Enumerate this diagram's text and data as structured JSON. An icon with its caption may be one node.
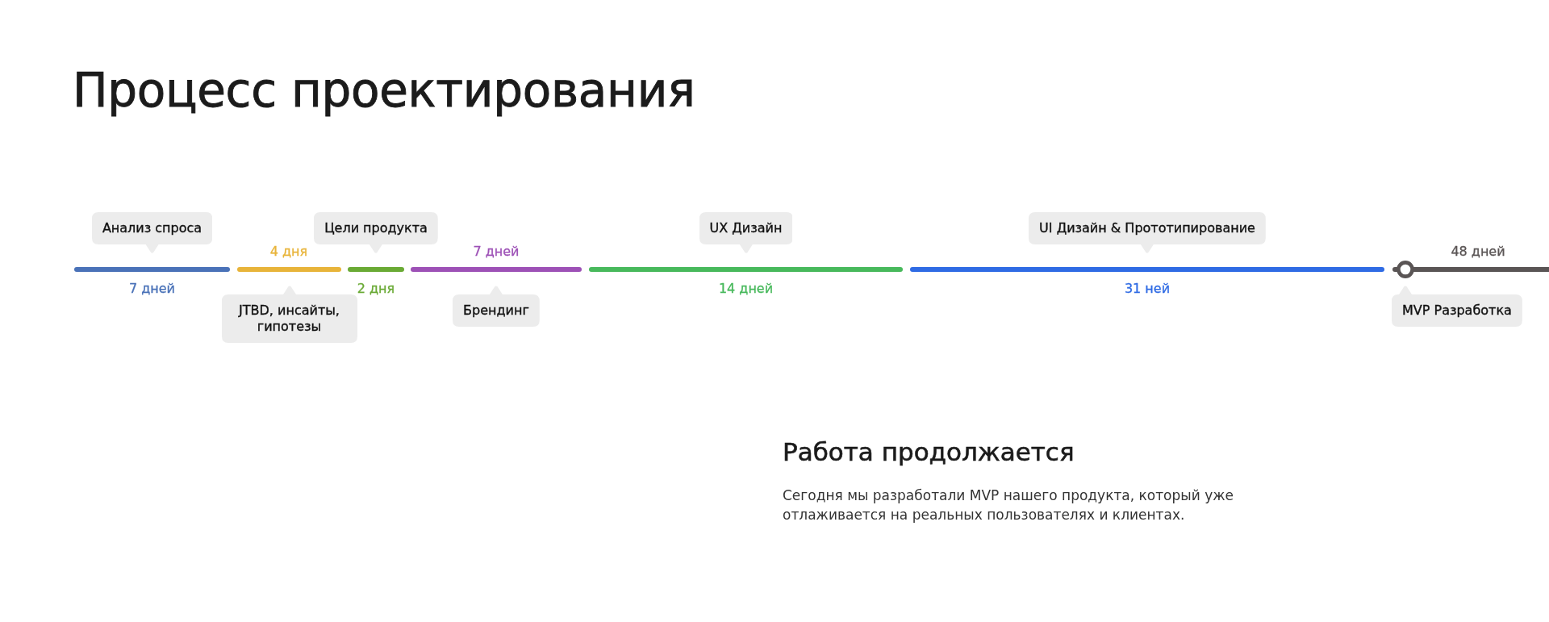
{
  "diagram": {
    "title": "Процесс проектирования",
    "nodes": [
      {
        "text": [
          "Анализ спроса"
        ],
        "beside": [
          "7 дней"
        ]
      },
      {
        "text": [
          "JTBD, инсайты, гипотезы"
        ]
      },
      {
        "text": [
          "Цели продукта"
        ]
      },
      {
        "text": [
          "Брендинг"
        ],
        "beside": [
          "7 дней"
        ]
      },
      {
        "text": [
          "UX Дизайн"
        ],
        "beside": [
          "14 дней"
        ]
      },
      {
        "text": [
          "UI Дизайн & Прототипирование"
        ],
        "beside": [
          "31 ней"
        ]
      },
      {
        "text": [
          "MVP Разработка"
        ],
        "beside": [
          "48 дней"
        ]
      }
    ],
    "labels": [
      "4 дня",
      "2 дня",
      "Работа продолжается",
      "Сегодня мы разработали MVP нашего продукта, который уже отлаживается на реальных пользователях и клиентах."
    ]
  }
}
